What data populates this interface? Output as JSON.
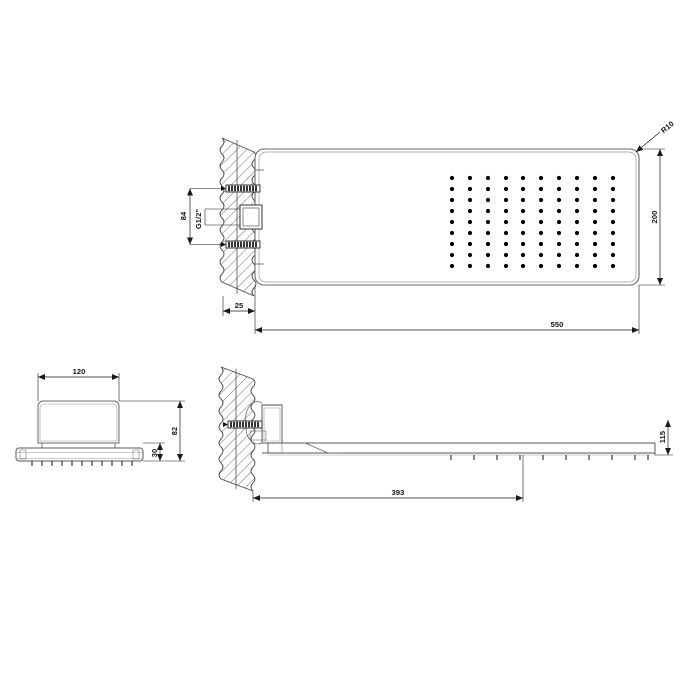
{
  "drawing": {
    "title": "Wall-mounted rectangular shower head technical drawing",
    "background_color": "#ffffff",
    "line_color": "#4d4d4d",
    "dark_line_color": "#2b2b2b",
    "text_color": "#111111",
    "nozzle_color": "#000000"
  },
  "views": {
    "top": {
      "name": "plan-view",
      "dimensions": {
        "bolt_spacing": "84",
        "thread": "G1/2\"",
        "wall_thickness": "25",
        "overall_length": "550",
        "overall_width": "200",
        "corner_radius": "R10"
      },
      "nozzle_grid": {
        "columns": 10,
        "rows": 9
      }
    },
    "front": {
      "name": "front-elevation-view",
      "dimensions": {
        "body_width": "120",
        "total_height": "82",
        "plate_height": "30"
      },
      "nozzle_count": 11
    },
    "side": {
      "name": "side-section-view",
      "dimensions": {
        "projection": "393",
        "drop_height": "115"
      },
      "nozzle_count": 10
    }
  },
  "labels": {
    "d84": "84",
    "thread": "G1/2\"",
    "d25": "25",
    "d550": "550",
    "d200": "200",
    "r10": "R10",
    "d120": "120",
    "d82": "82",
    "d30": "30",
    "d393": "393",
    "d115": "115"
  }
}
